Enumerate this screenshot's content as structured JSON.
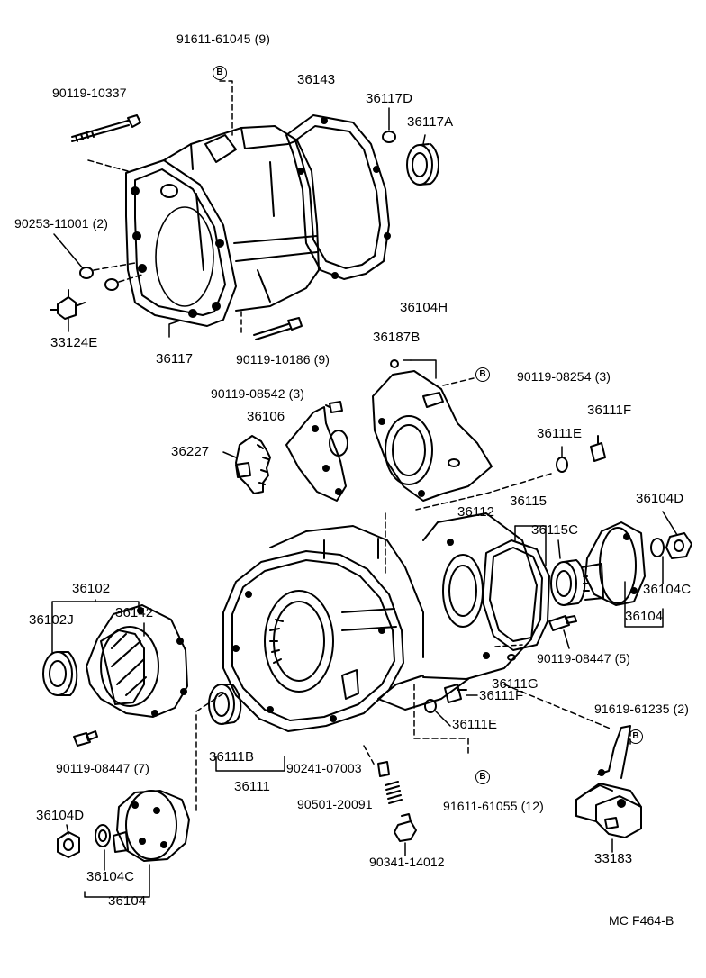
{
  "figure_code": "MC  F464-B",
  "ref_mark": "B",
  "labels": {
    "p91611_61045": "91611-61045 (9)",
    "p36143": "36143",
    "p36117D": "36117D",
    "p36117A": "36117A",
    "p90119_10337": "90119-10337",
    "p90253_11001": "90253-11001 (2)",
    "p33124E": "33124E",
    "p36117": "36117",
    "p90119_10186": "90119-10186 (9)",
    "p36104H": "36104H",
    "p36187B": "36187B",
    "p90119_08254": "90119-08254 (3)",
    "p90119_08542": "90119-08542 (3)",
    "p36106": "36106",
    "p36227": "36227",
    "p36111F_top": "36111F",
    "p36111E_top": "36111E",
    "p36112": "36112",
    "p36115": "36115",
    "p36115C": "36115C",
    "p36104D_right": "36104D",
    "p36104C_right": "36104C",
    "p36104_right": "36104",
    "p90119_08447_5": "90119-08447 (5)",
    "p36111G": "36111G",
    "p36102": "36102",
    "p36102J": "36102J",
    "p36142": "36142",
    "p90119_08447_7": "90119-08447 (7)",
    "p36111F_mid": "36111F",
    "p36111E_mid": "36111E",
    "p91619_61235": "91619-61235 (2)",
    "p36111B": "36111B",
    "p36111": "36111",
    "p90241_07003": "90241-07003",
    "p90501_20091": "90501-20091",
    "p91611_61055": "91611-61055 (12)",
    "p36104D_left": "36104D",
    "p36104C_left": "36104C",
    "p36104_left": "36104",
    "p90341_14012": "90341-14012",
    "p33183": "33183"
  }
}
